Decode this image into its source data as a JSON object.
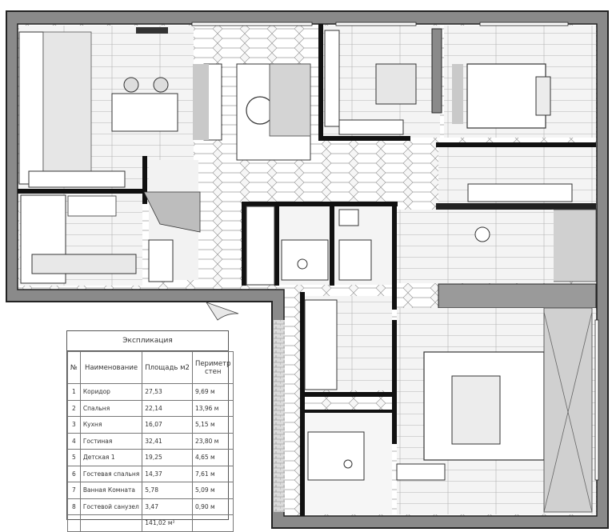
{
  "explication": {
    "title": "Экспликация",
    "headers": {
      "num": "№",
      "name": "Наименование",
      "area": "Площадь м2",
      "perimeter": "Периметр стен"
    },
    "rows": [
      {
        "num": "1",
        "name": "Коридор",
        "area": "27,53",
        "perimeter": "9,69 м"
      },
      {
        "num": "2",
        "name": "Спальня",
        "area": "22,14",
        "perimeter": "13,96 м"
      },
      {
        "num": "3",
        "name": "Кухня",
        "area": "16,07",
        "perimeter": "5,15 м"
      },
      {
        "num": "4",
        "name": "Гостиная",
        "area": "32,41",
        "perimeter": "23,80 м"
      },
      {
        "num": "5",
        "name": "Детская 1",
        "area": "19,25",
        "perimeter": "4,65 м"
      },
      {
        "num": "6",
        "name": "Гостевая спальня",
        "area": "14,37",
        "perimeter": "7,61 м"
      },
      {
        "num": "7",
        "name": "Ванная Комната",
        "area": "5,78",
        "perimeter": "5,09 м"
      },
      {
        "num": "8",
        "name": "Гостевой санузел",
        "area": "3,47",
        "perimeter": "0,90 м"
      }
    ],
    "total": "141,02 м²"
  },
  "colors": {
    "wall": "#8a8a8a",
    "wall_outline": "#222222",
    "floor": "#f2f2f2",
    "shadow": "#bdbdbd",
    "furniture": "#ffffff"
  }
}
